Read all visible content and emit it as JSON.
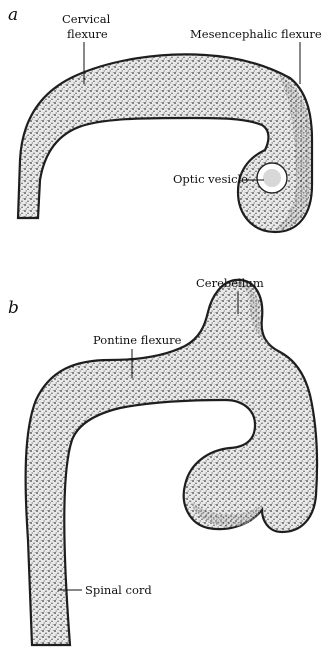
{
  "panels": [
    {
      "letter": "a"
    },
    {
      "letter": "b"
    }
  ],
  "labels": {
    "cervical_line1": "Cervical",
    "cervical_line2": "flexure",
    "mesencephalic": "Mesencephalic flexure",
    "optic_vesicle": "Optic vesicle",
    "cerebellum": "Cerebellum",
    "pontine": "Pontine flexure",
    "spinal_cord": "Spinal cord"
  }
}
